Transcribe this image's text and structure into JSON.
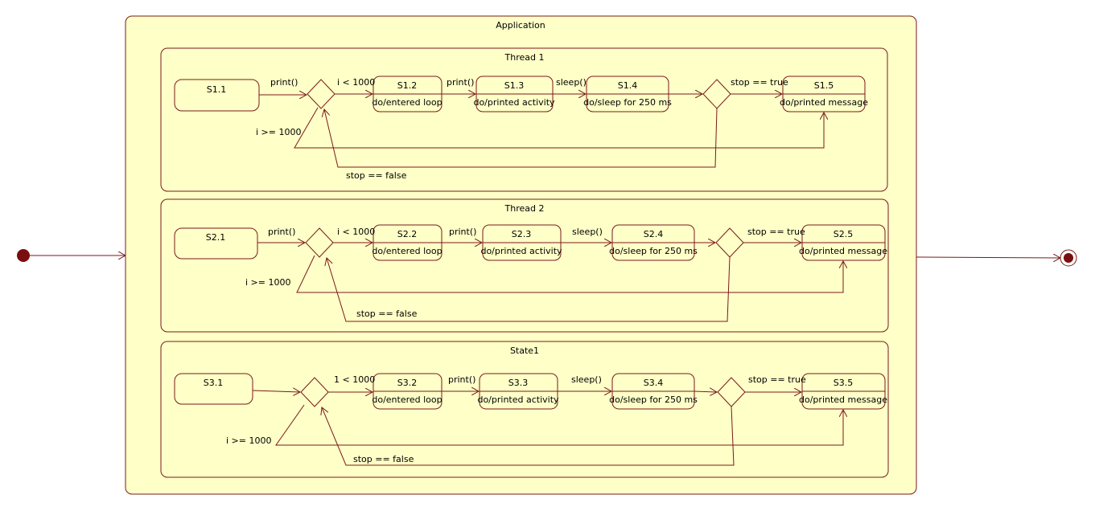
{
  "colors": {
    "fill": "#ffffc8",
    "stroke": "#7a1a1a",
    "node": "#7a0e0e"
  },
  "application": {
    "title": "Application"
  },
  "threads": [
    {
      "title": "Thread 1",
      "start_state": "S1.1",
      "states": [
        {
          "name": "S1.2",
          "activity": "do/entered loop"
        },
        {
          "name": "S1.3",
          "activity": "do/printed activity"
        },
        {
          "name": "S1.4",
          "activity": "do/sleep for 250 ms"
        },
        {
          "name": "S1.5",
          "activity": "do/printed message"
        }
      ],
      "labels": {
        "print1": "print()",
        "cond": "i < 1000",
        "print2": "print()",
        "sleep": "sleep()",
        "stop_true": "stop == true",
        "exit": "i >= 1000",
        "stop_false": "stop == false"
      }
    },
    {
      "title": "Thread 2",
      "start_state": "S2.1",
      "states": [
        {
          "name": "S2.2",
          "activity": "do/entered loop"
        },
        {
          "name": "S2.3",
          "activity": "do/printed activity"
        },
        {
          "name": "S2.4",
          "activity": "do/sleep for 250 ms"
        },
        {
          "name": "S2.5",
          "activity": "do/printed message"
        }
      ],
      "labels": {
        "print1": "print()",
        "cond": "i < 1000",
        "print2": "print()",
        "sleep": "sleep()",
        "stop_true": "stop == true",
        "exit": "i >= 1000",
        "stop_false": "stop == false"
      }
    },
    {
      "title": "State1",
      "start_state": "S3.1",
      "states": [
        {
          "name": "S3.2",
          "activity": "do/entered loop"
        },
        {
          "name": "S3.3",
          "activity": "do/printed activity"
        },
        {
          "name": "S3.4",
          "activity": "do/sleep for 250 ms"
        },
        {
          "name": "S3.5",
          "activity": "do/printed message"
        }
      ],
      "labels": {
        "print1": "",
        "cond": "1 < 1000",
        "print2": "print()",
        "sleep": "sleep()",
        "stop_true": "stop == true",
        "exit": "i >= 1000",
        "stop_false": "stop == false"
      }
    }
  ]
}
